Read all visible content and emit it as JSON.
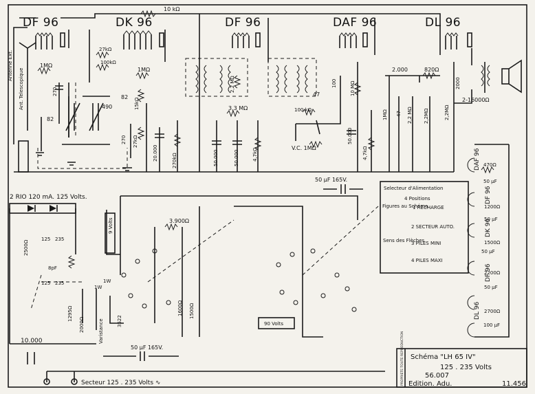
{
  "tubes": {
    "df96_1": "DF 96",
    "dk96": "DK 96",
    "df96_2": "DF 96",
    "daf96": "DAF 96",
    "dl96": "DL 96",
    "side_daf": "DAF 96",
    "side_df1": "DF 96",
    "side_dk": "DK 96",
    "side_df2": "DF 96",
    "side_dl": "DL 96"
  },
  "labels": {
    "r_top": "10 kΩ",
    "antenne": "Antenne Ext.",
    "ant_tel": "Ant. Telescopique",
    "r_1m_a": "1MΩ",
    "c_82_a": "82",
    "c_270_a": "270",
    "c_270_b": "270",
    "r_27k_a": "27kΩ",
    "r_100k_a": "100kΩ",
    "r_1m_b": "1MΩ",
    "c_82_b": "82",
    "c_490": "490",
    "r_15k": "15kΩ",
    "c_270_c": "270",
    "r_27k_b": "27kΩ",
    "c_20000": "20.000",
    "r_270k": "270kΩ",
    "r_2_2m": "2,2 MΩ",
    "r_3_3m": "3,3 MΩ",
    "c_50000_a": "50.000",
    "c_50000_b": "50.000",
    "r_4_7k": "4,7kΩ",
    "c_47": "47",
    "r_100k_b": "100 kΩ",
    "r_10m": "10 MΩ",
    "c_50000_c": "50.000",
    "c_100": "100",
    "vc": "V.C. 1MΩ",
    "r_47k": "4,7kΩ",
    "c_2000_a": "2.000",
    "r_820": "820Ω",
    "r_1m_c": "1MΩ",
    "c_47_b": "47",
    "r_2_2m_b": "2,2 MΩ",
    "r_1_2m": "2,2MΩ",
    "r_2_2m_c": "2,2MΩ",
    "c_2000_b": "2000",
    "spk": "2-16000Ω",
    "cap_mid": "50 μF 165V.",
    "r_470": "470Ω",
    "c_50_a": "50 μF",
    "r_1200": "1200Ω",
    "c_50_b": "50 μF",
    "r_1500": "1500Ω",
    "c_50_c": "50 μF",
    "r_2200": "2200Ω",
    "c_50_d": "50 μF",
    "r_2700": "2700Ω",
    "c_100uf": "100 μF",
    "diode": "2 RIO 120 mA. 125 Volts.",
    "r_3900": "3.900Ω",
    "volts9": "9 Volts",
    "volts90": "90 Volts",
    "r_2500": "2500Ω",
    "c_8pf": "8pF",
    "v125a": "125",
    "v235": "235",
    "v125b": "125",
    "v235b": "235",
    "r_1295": "1295Ω",
    "r_2000": "2000Ω",
    "w_1": "1W",
    "w_2": "1W",
    "varistance": "Varistance",
    "varistance_n": "3522",
    "r_1600": "1600Ω",
    "r_1500s": "1500Ω",
    "cap_bot_l": "10.000",
    "cap_bot": "50 μF 165V.",
    "secteur": "Secteur 125 . 235 Volts ∿"
  },
  "selector": {
    "title": "Selecteur d'Alimentation",
    "positions": "4 Positions",
    "figures": "Figures au Schéma",
    "p1": "1 RECHARGE",
    "p2": "2 SECTEUR AUTO.",
    "p3": "3 PILES MINI",
    "p4": "4 PILES MAXI",
    "sens": "Sens des Flèches"
  },
  "title_block": {
    "side": "PROPRIETE TOUTE REPRODUCTION",
    "l1": "Schéma \"LH 65 IV\"",
    "l2": "125 . 235 Volts",
    "l3": "56.007",
    "l4": "Edition. Adu.",
    "l5": "11.456"
  }
}
